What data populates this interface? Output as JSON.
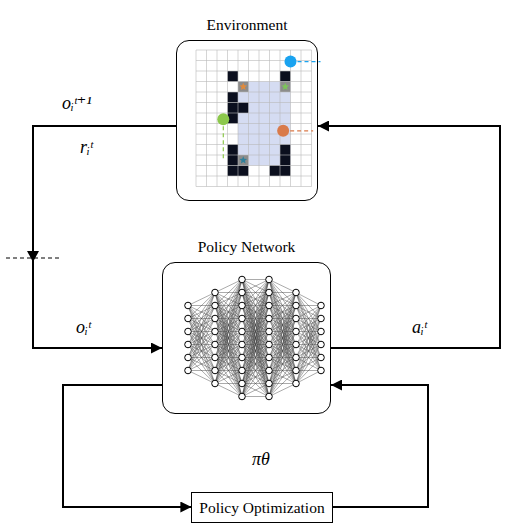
{
  "diagram": {
    "nodes": [
      {
        "text": [
          "Environment"
        ]
      },
      {
        "text": [
          "Policy Network"
        ]
      },
      {
        "text": [
          "Policy Optimization"
        ]
      }
    ],
    "edges": [
      {
        "from": 0,
        "to": 1,
        "arrow": "to"
      },
      {
        "from": 1,
        "to": 0,
        "arrow": "to"
      },
      {
        "from": 1,
        "to": 2,
        "arrow": "to"
      },
      {
        "from": 2,
        "to": 1,
        "arrow": "to"
      }
    ],
    "labels": [
      "oᵢᵗ⁺¹",
      "rᵢᵗ",
      "oᵢᵗ",
      "aᵢᵗ",
      "πθ"
    ]
  }
}
